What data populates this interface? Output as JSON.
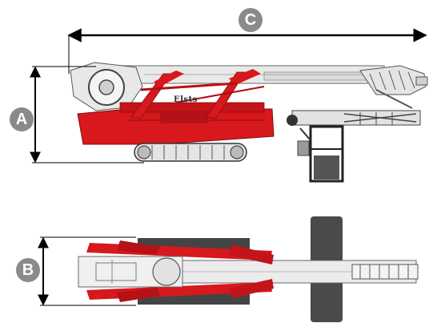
{
  "labels": {
    "height": "A",
    "width": "B",
    "length": "C"
  },
  "machine_plate": "Elsts",
  "colors": {
    "body_red": "#d7181d",
    "dark_red": "#a80f14",
    "track_dark": "#444444",
    "boom_light": "#e9e9e9",
    "outline": "#555555",
    "badge_gray": "#8a8a8a",
    "dimension_line": "#000000"
  }
}
